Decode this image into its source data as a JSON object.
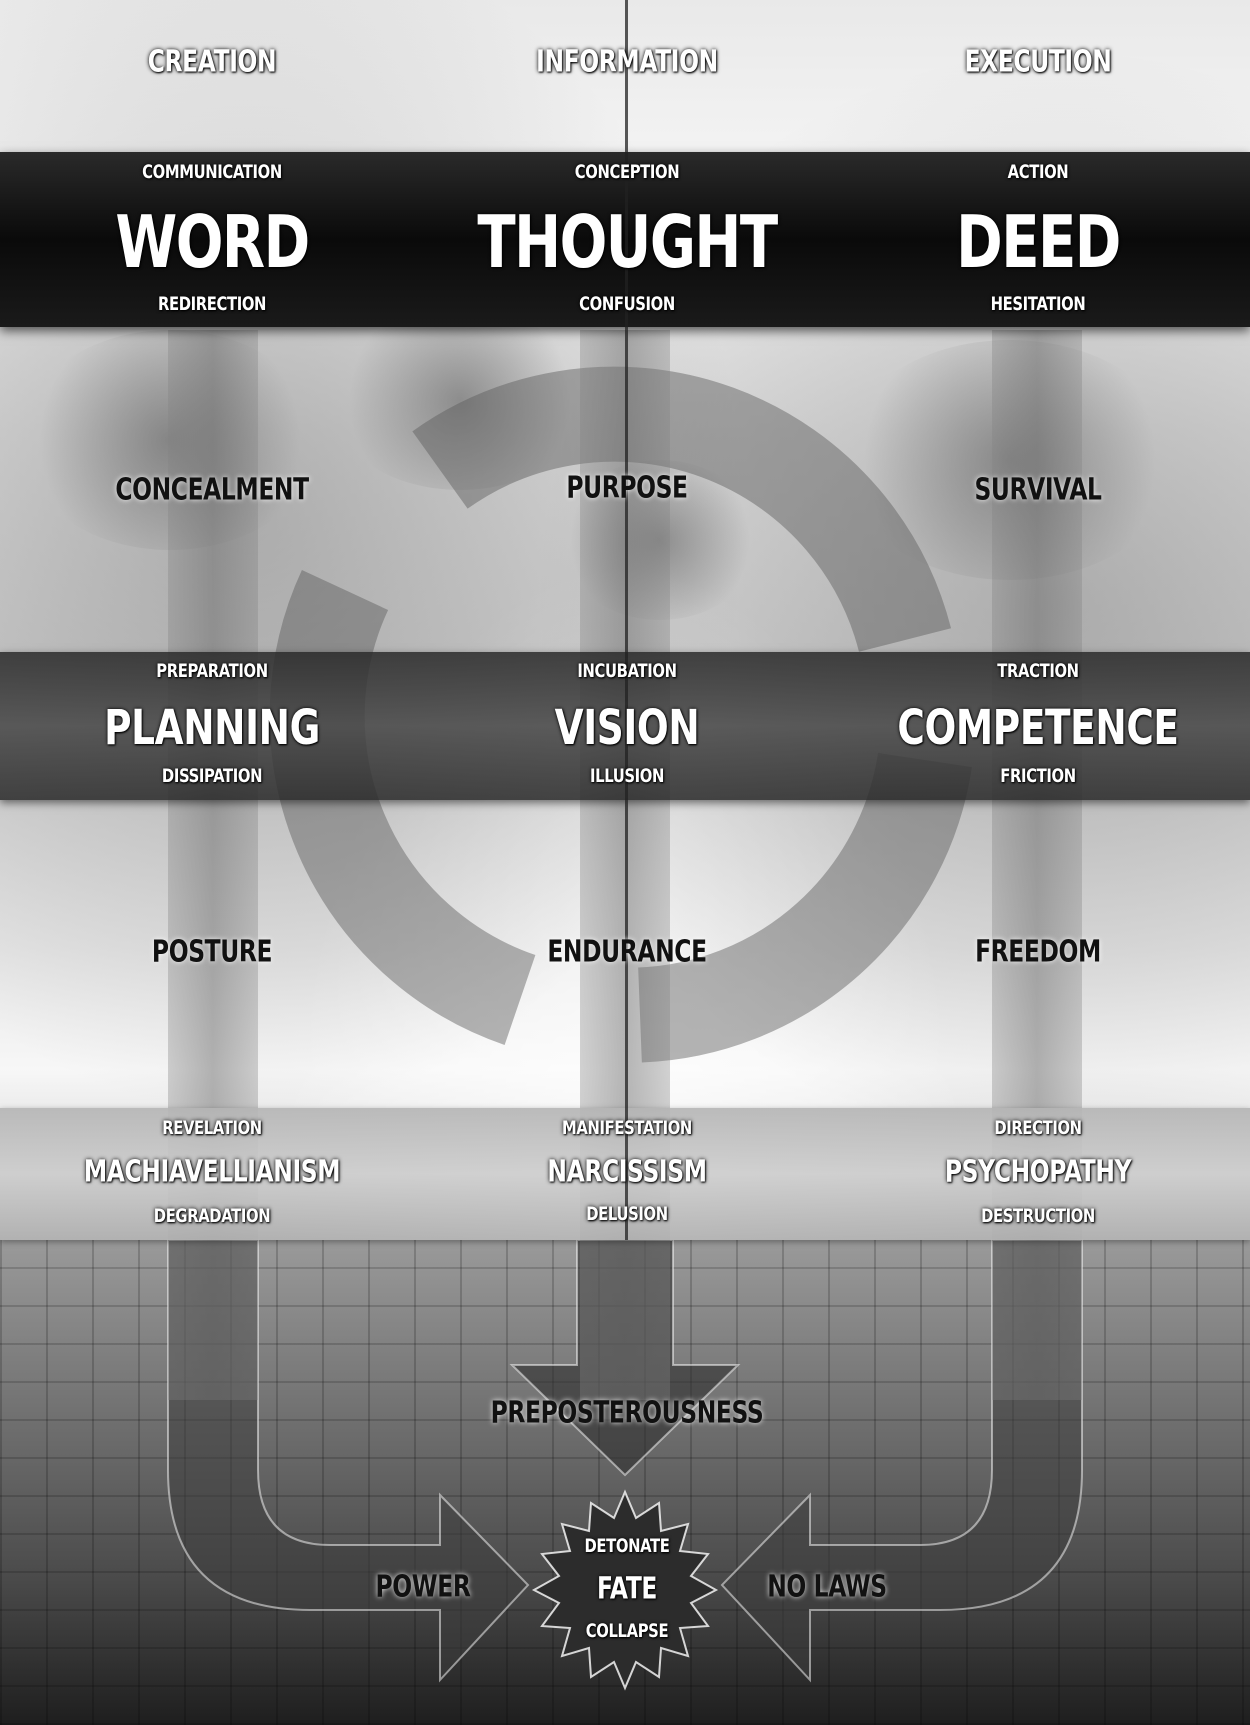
{
  "top": {
    "left": "CREATION",
    "center": "INFORMATION",
    "right": "EXECUTION"
  },
  "row1": {
    "left": {
      "above": "COMMUNICATION",
      "main": "WORD",
      "below": "REDIRECTION"
    },
    "center": {
      "above": "CONCEPTION",
      "main": "THOUGHT",
      "below": "CONFUSION"
    },
    "right": {
      "above": "ACTION",
      "main": "DEED",
      "below": "HESITATION"
    }
  },
  "mid1": {
    "left": "CONCEALMENT",
    "center": "PURPOSE",
    "right": "SURVIVAL"
  },
  "row2": {
    "left": {
      "above": "PREPARATION",
      "main": "PLANNING",
      "below": "DISSIPATION"
    },
    "center": {
      "above": "INCUBATION",
      "main": "VISION",
      "below": "ILLUSION"
    },
    "right": {
      "above": "TRACTION",
      "main": "COMPETENCE",
      "below": "FRICTION"
    }
  },
  "mid2": {
    "left": "POSTURE",
    "center": "ENDURANCE",
    "right": "FREEDOM"
  },
  "row3": {
    "left": {
      "above": "REVELATION",
      "main": "MACHIAVELLIANISM",
      "below": "DEGRADATION"
    },
    "center": {
      "above": "MANIFESTATION",
      "main": "NARCISSISM",
      "below": "DELUSION"
    },
    "right": {
      "above": "DIRECTION",
      "main": "PSYCHOPATHY",
      "below": "DESTRUCTION"
    }
  },
  "bottom": {
    "arrow_center": "PREPOSTEROUSNESS",
    "arrow_left": "POWER",
    "arrow_right": "NO LAWS",
    "burst": {
      "top": "DETONATE",
      "middle": "FATE",
      "bottom": "COLLAPSE"
    }
  },
  "colors": {
    "band_dark": "#111111",
    "text_light": "#ffffff",
    "text_dark": "#111111"
  }
}
